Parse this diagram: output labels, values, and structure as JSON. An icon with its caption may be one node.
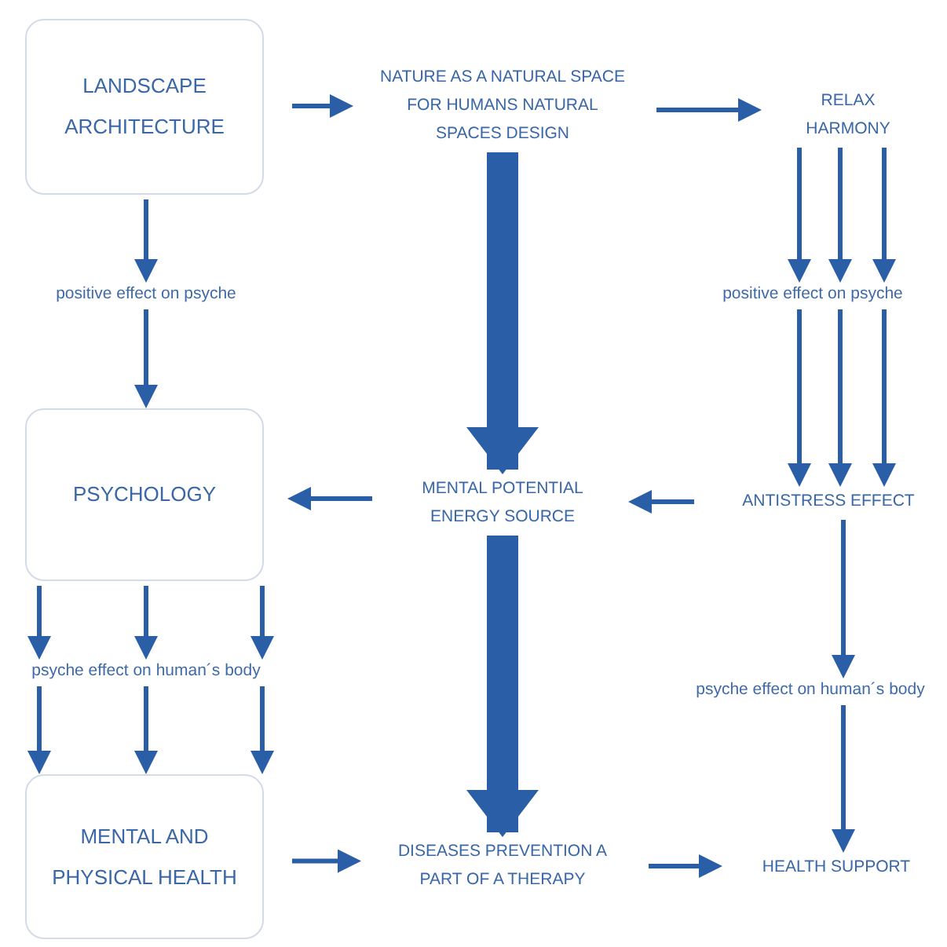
{
  "diagram": {
    "nodes": [
      {
        "text": [
          "LANDSCAPE ARCHITECTURE"
        ]
      },
      {
        "text": [
          "NATURE AS A NATURAL SPACE FOR HUMANS NATURAL SPACES DESIGN"
        ]
      },
      {
        "text": [
          "RELAX HARMONY"
        ]
      },
      {
        "text": [
          "positive effect on psyche"
        ]
      },
      {
        "text": [
          "positive effect on psyche"
        ]
      },
      {
        "text": [
          "PSYCHOLOGY"
        ]
      },
      {
        "text": [
          "MENTAL POTENTIAL ENERGY SOURCE"
        ]
      },
      {
        "text": [
          "ANTISTRESS EFFECT"
        ]
      },
      {
        "text": [
          "psyche effect on human´s body"
        ]
      },
      {
        "text": [
          "psyche effect on human´s body"
        ]
      },
      {
        "text": [
          "MENTAL AND PHYSICAL HEALTH"
        ]
      },
      {
        "text": [
          "DISEASES PREVENTION A PART OF A THERAPY"
        ]
      },
      {
        "text": [
          "HEALTH SUPPORT"
        ]
      }
    ],
    "edges": [
      {
        "from": 0,
        "to": 1,
        "arrow": "to"
      },
      {
        "from": 1,
        "to": 2,
        "arrow": "to"
      },
      {
        "from": 0,
        "to": 3,
        "arrow": "to"
      },
      {
        "from": 3,
        "to": 5,
        "arrow": "to"
      },
      {
        "from": 2,
        "to": 4,
        "arrow": "to"
      },
      {
        "from": 2,
        "to": 4,
        "arrow": "to"
      },
      {
        "from": 2,
        "to": 4,
        "arrow": "to"
      },
      {
        "from": 4,
        "to": 7,
        "arrow": "to"
      },
      {
        "from": 4,
        "to": 7,
        "arrow": "to"
      },
      {
        "from": 4,
        "to": 7,
        "arrow": "to"
      },
      {
        "from": 1,
        "to": 6,
        "arrow": "to",
        "style": "thick"
      },
      {
        "from": 7,
        "to": 6,
        "arrow": "to"
      },
      {
        "from": 6,
        "to": 5,
        "arrow": "to"
      },
      {
        "from": 5,
        "to": 8,
        "arrow": "to"
      },
      {
        "from": 5,
        "to": 8,
        "arrow": "to"
      },
      {
        "from": 5,
        "to": 8,
        "arrow": "to"
      },
      {
        "from": 8,
        "to": 10,
        "arrow": "to"
      },
      {
        "from": 8,
        "to": 10,
        "arrow": "to"
      },
      {
        "from": 8,
        "to": 10,
        "arrow": "to"
      },
      {
        "from": 7,
        "to": 9,
        "arrow": "to"
      },
      {
        "from": 9,
        "to": 12,
        "arrow": "to"
      },
      {
        "from": 6,
        "to": 11,
        "arrow": "to",
        "style": "thick"
      },
      {
        "from": 10,
        "to": 11,
        "arrow": "to"
      },
      {
        "from": 11,
        "to": 12,
        "arrow": "to"
      }
    ]
  }
}
